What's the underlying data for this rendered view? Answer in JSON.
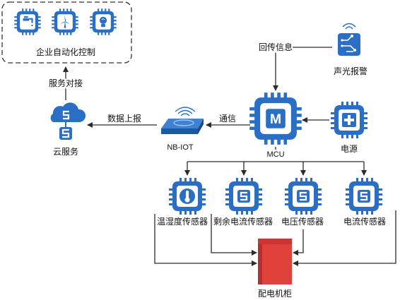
{
  "nodes": {
    "enterprise_automation": "企业自动化控制",
    "cloud_service": "云服务",
    "nb_iot": "NB-IOT",
    "mcu": "MCU",
    "mcu_glyph": "M",
    "audible_visual_alarm": "声光报警",
    "power_supply": "电源",
    "temp_humidity_sensor": "温湿度传感器",
    "residual_current_sensor": "剩余电流传感器",
    "voltage_sensor": "电压传感器",
    "current_sensor": "电流传感器",
    "distribution_cabinet": "配电机柜"
  },
  "edges": {
    "service_docking": "服务对接",
    "data_report": "数据上报",
    "communication": "通信",
    "feedback_info": "回传信息"
  },
  "colors": {
    "chip_blue": "#2a6fc4",
    "chip_dark": "#1d58a3",
    "cabinet_red": "#e0413b",
    "line": "#2b2b2b"
  },
  "icons": [
    "faucet-icon",
    "wind-turbine-icon",
    "lightbulb-icon",
    "cloud-icon",
    "router-icon",
    "mcu-chip-icon",
    "alarm-circuit-icon",
    "power-chip-icon",
    "thermometer-chip-icon",
    "sensor-chip-icon",
    "cabinet-icon"
  ]
}
